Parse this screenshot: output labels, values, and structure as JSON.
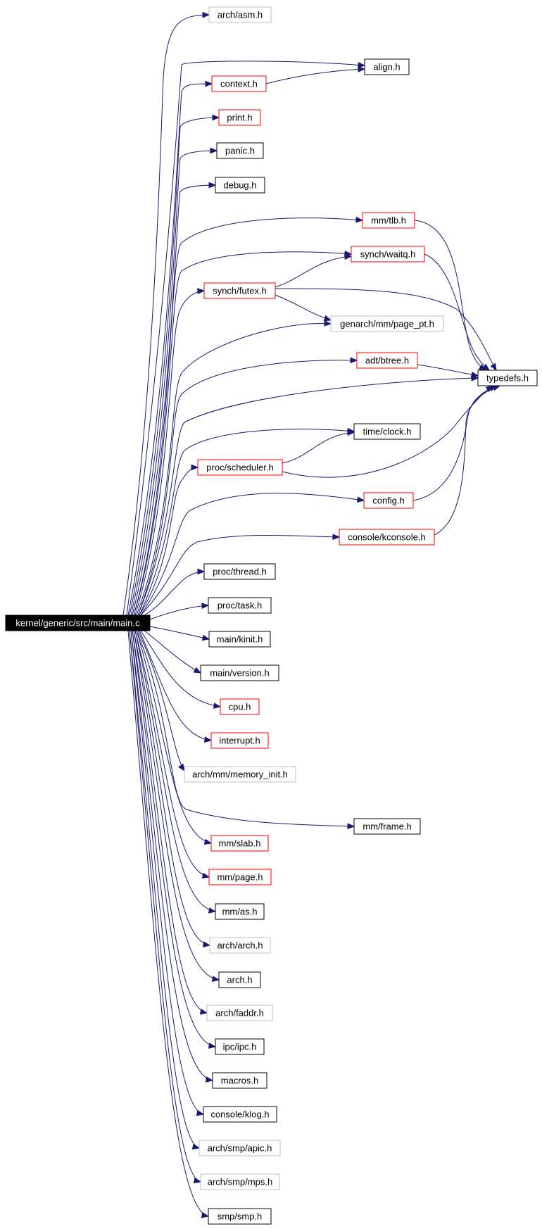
{
  "diagram": {
    "type": "include-dependency-graph",
    "colors": {
      "edge": "#191970",
      "normal_border": "#000000",
      "red_border": "#ff0000",
      "gray_border": "#bfbfbf",
      "root_fill": "#000000",
      "root_text": "#ffffff"
    },
    "nodes": [
      {
        "id": "main",
        "label": "kernel/generic/src/main/main.c",
        "style": "root"
      },
      {
        "id": "arch_asm",
        "label": "arch/asm.h",
        "style": "gray"
      },
      {
        "id": "align",
        "label": "align.h",
        "style": "normal"
      },
      {
        "id": "context",
        "label": "context.h",
        "style": "red"
      },
      {
        "id": "print",
        "label": "print.h",
        "style": "red"
      },
      {
        "id": "panic",
        "label": "panic.h",
        "style": "normal"
      },
      {
        "id": "debug",
        "label": "debug.h",
        "style": "normal"
      },
      {
        "id": "mm_tlb",
        "label": "mm/tlb.h",
        "style": "red"
      },
      {
        "id": "synch_waitq",
        "label": "synch/waitq.h",
        "style": "red"
      },
      {
        "id": "synch_futex",
        "label": "synch/futex.h",
        "style": "red"
      },
      {
        "id": "page_pt",
        "label": "genarch/mm/page_pt.h",
        "style": "gray"
      },
      {
        "id": "adt_btree",
        "label": "adt/btree.h",
        "style": "red"
      },
      {
        "id": "typedefs",
        "label": "typedefs.h",
        "style": "normal"
      },
      {
        "id": "time_clock",
        "label": "time/clock.h",
        "style": "normal"
      },
      {
        "id": "proc_scheduler",
        "label": "proc/scheduler.h",
        "style": "red"
      },
      {
        "id": "config",
        "label": "config.h",
        "style": "red"
      },
      {
        "id": "kconsole",
        "label": "console/kconsole.h",
        "style": "red"
      },
      {
        "id": "proc_thread",
        "label": "proc/thread.h",
        "style": "normal"
      },
      {
        "id": "proc_task",
        "label": "proc/task.h",
        "style": "normal"
      },
      {
        "id": "main_kinit",
        "label": "main/kinit.h",
        "style": "normal"
      },
      {
        "id": "main_version",
        "label": "main/version.h",
        "style": "normal"
      },
      {
        "id": "cpu",
        "label": "cpu.h",
        "style": "red"
      },
      {
        "id": "interrupt",
        "label": "interrupt.h",
        "style": "red"
      },
      {
        "id": "memory_init",
        "label": "arch/mm/memory_init.h",
        "style": "gray"
      },
      {
        "id": "mm_frame",
        "label": "mm/frame.h",
        "style": "normal"
      },
      {
        "id": "mm_slab",
        "label": "mm/slab.h",
        "style": "red"
      },
      {
        "id": "mm_page",
        "label": "mm/page.h",
        "style": "red"
      },
      {
        "id": "mm_as",
        "label": "mm/as.h",
        "style": "normal"
      },
      {
        "id": "arch_arch",
        "label": "arch/arch.h",
        "style": "gray"
      },
      {
        "id": "arch",
        "label": "arch.h",
        "style": "normal"
      },
      {
        "id": "arch_faddr",
        "label": "arch/faddr.h",
        "style": "gray"
      },
      {
        "id": "ipc",
        "label": "ipc/ipc.h",
        "style": "normal"
      },
      {
        "id": "macros",
        "label": "macros.h",
        "style": "normal"
      },
      {
        "id": "klog",
        "label": "console/klog.h",
        "style": "normal"
      },
      {
        "id": "apic",
        "label": "arch/smp/apic.h",
        "style": "gray"
      },
      {
        "id": "mps",
        "label": "arch/smp/mps.h",
        "style": "gray"
      },
      {
        "id": "smp",
        "label": "smp/smp.h",
        "style": "normal"
      }
    ],
    "edges": [
      [
        "main",
        "arch_asm"
      ],
      [
        "main",
        "align"
      ],
      [
        "main",
        "context"
      ],
      [
        "main",
        "print"
      ],
      [
        "main",
        "panic"
      ],
      [
        "main",
        "debug"
      ],
      [
        "main",
        "mm_tlb"
      ],
      [
        "main",
        "synch_waitq"
      ],
      [
        "main",
        "synch_futex"
      ],
      [
        "main",
        "page_pt"
      ],
      [
        "main",
        "adt_btree"
      ],
      [
        "main",
        "typedefs"
      ],
      [
        "main",
        "time_clock"
      ],
      [
        "main",
        "proc_scheduler"
      ],
      [
        "main",
        "config"
      ],
      [
        "main",
        "kconsole"
      ],
      [
        "main",
        "proc_thread"
      ],
      [
        "main",
        "proc_task"
      ],
      [
        "main",
        "main_kinit"
      ],
      [
        "main",
        "main_version"
      ],
      [
        "main",
        "cpu"
      ],
      [
        "main",
        "interrupt"
      ],
      [
        "main",
        "memory_init"
      ],
      [
        "main",
        "mm_frame"
      ],
      [
        "main",
        "mm_slab"
      ],
      [
        "main",
        "mm_page"
      ],
      [
        "main",
        "mm_as"
      ],
      [
        "main",
        "arch_arch"
      ],
      [
        "main",
        "arch"
      ],
      [
        "main",
        "arch_faddr"
      ],
      [
        "main",
        "ipc"
      ],
      [
        "main",
        "macros"
      ],
      [
        "main",
        "klog"
      ],
      [
        "main",
        "apic"
      ],
      [
        "main",
        "mps"
      ],
      [
        "main",
        "smp"
      ],
      [
        "context",
        "align"
      ],
      [
        "synch_futex",
        "synch_waitq"
      ],
      [
        "synch_futex",
        "page_pt"
      ],
      [
        "synch_futex",
        "typedefs"
      ],
      [
        "mm_tlb",
        "typedefs"
      ],
      [
        "synch_waitq",
        "typedefs"
      ],
      [
        "adt_btree",
        "typedefs"
      ],
      [
        "proc_scheduler",
        "time_clock"
      ],
      [
        "proc_scheduler",
        "typedefs"
      ],
      [
        "config",
        "typedefs"
      ],
      [
        "kconsole",
        "typedefs"
      ],
      [
        "mm_slab",
        "mm_frame"
      ]
    ]
  }
}
